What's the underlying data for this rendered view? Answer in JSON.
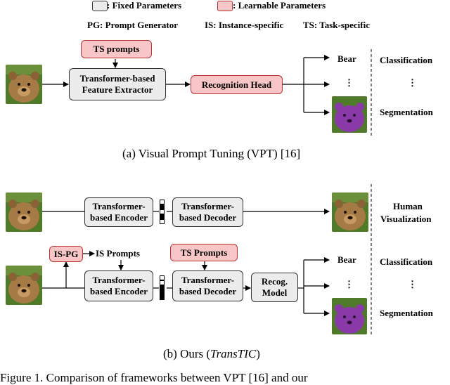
{
  "legend": {
    "fixed": ": Fixed Parameters",
    "learnable": ": Learnable Parameters",
    "abbrev_pg": "PG: Prompt Generator",
    "abbrev_is": "IS: Instance-specific",
    "abbrev_ts": "TS: Task-specific"
  },
  "vpt": {
    "ts_prompts": "TS prompts",
    "extractor_l1": "Transformer-based",
    "extractor_l2": "Feature Extractor",
    "head": "Recognition Head",
    "out_bear": "Bear",
    "out_dots": "⋮",
    "task_cls": "Classification",
    "task_dots": "⋮",
    "task_seg": "Segmentation",
    "caption": "(a)  Visual Prompt Tuning (VPT) [16]"
  },
  "ours": {
    "enc_l1": "Transformer-",
    "enc_l2": "based Encoder",
    "dec_l1": "Transformer-",
    "dec_l2": "based Decoder",
    "human_l1": "Human",
    "human_l2": "Visualization",
    "is_pg": "IS-PG",
    "is_prompts": "IS Prompts",
    "ts_prompts": "TS Prompts",
    "recog_l1": "Recog.",
    "recog_l2": "Model",
    "out_bear": "Bear",
    "out_dots": "⋮",
    "task_cls": "Classification",
    "task_dots": "⋮",
    "task_seg": "Segmentation",
    "caption_prefix": "(b)  Ours (",
    "caption_name": "TransTIC",
    "caption_suffix": ")"
  },
  "footer": "Figure 1. Comparison of frameworks between VPT [16] and our",
  "colors": {
    "fixed_fill": "#ececec",
    "learnable_fill": "#f8c6c6",
    "learnable_border": "#b33333",
    "segmentation_mask": "#8a3aa8"
  }
}
